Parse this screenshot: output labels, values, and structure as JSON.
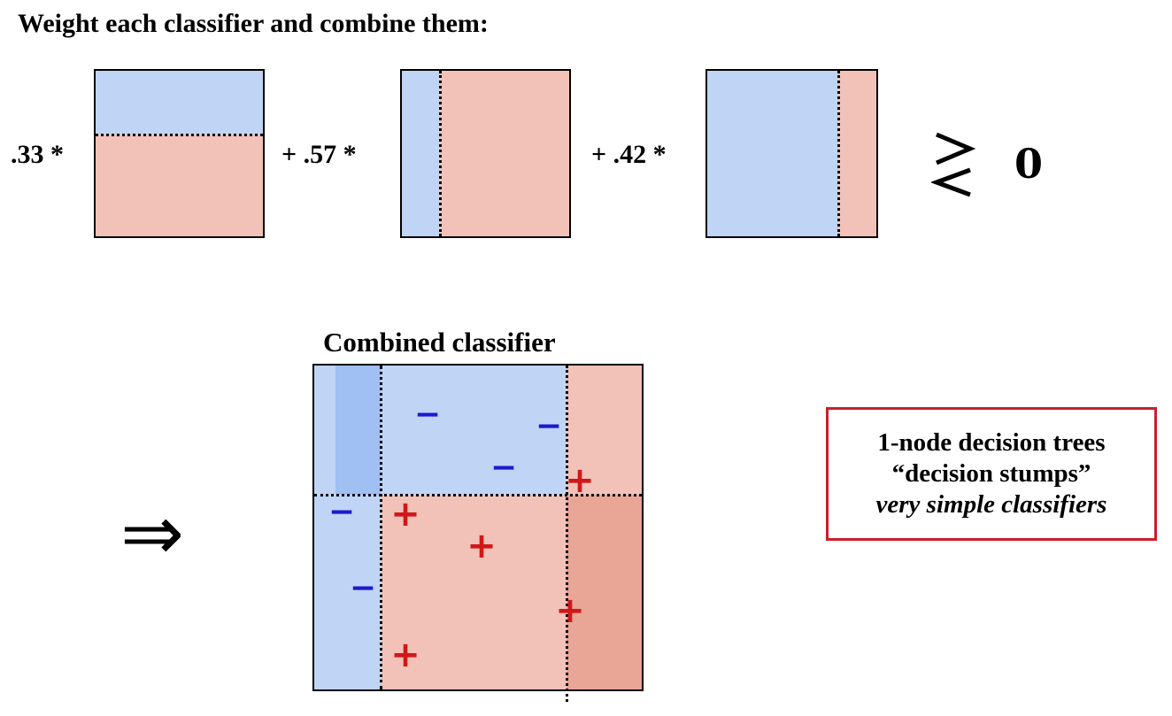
{
  "heading": "Weight each classifier and combine them:",
  "terms": [
    {
      "label": ".33 *"
    },
    {
      "label": "+  .57 *"
    },
    {
      "label": "+  .42 *"
    }
  ],
  "comparison_value": "0",
  "combined_title": "Combined classifier",
  "implies_symbol": "⇒",
  "note": {
    "line1": "1-node decision trees",
    "line2": "“decision stumps”",
    "line3": "very simple classifiers"
  },
  "marks": {
    "minus_symbol": "−",
    "plus_symbol": "+"
  },
  "colors": {
    "blue_region": "#c0d4f6",
    "blue_dark": "#a0bff2",
    "red_region": "#f2c2b8",
    "red_dark": "#e9a596",
    "minus_color": "#1a1ad0",
    "plus_color": "#d01818",
    "note_border": "#c8202a"
  }
}
